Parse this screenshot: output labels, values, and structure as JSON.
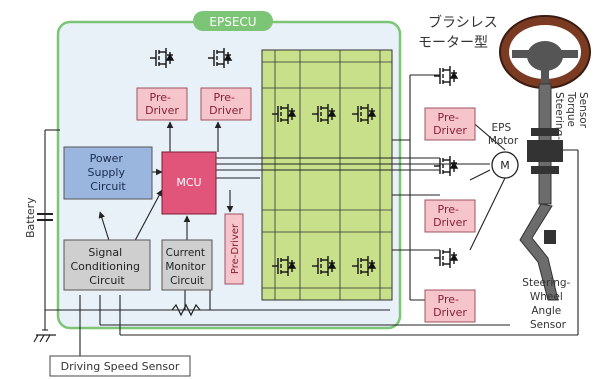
{
  "ecu_title": "EPSECU",
  "jp_title": [
    "ブラシレス",
    "モーター型"
  ],
  "blocks": {
    "power_supply": [
      "Power",
      "Supply",
      "Circuit"
    ],
    "mcu": "MCU",
    "signal_conditioning": [
      "Signal",
      "Conditioning",
      "Circuit"
    ],
    "current_monitor": [
      "Current",
      "Monitor",
      "Circuit"
    ],
    "pre_driver_vertical": "Pre-Driver",
    "pre_driver": [
      "Pre-",
      "Driver"
    ]
  },
  "labels": {
    "battery": "Battery",
    "eps_motor": [
      "EPS",
      "Motor"
    ],
    "motor_symbol": "M",
    "torque_sensor": [
      "Steering-",
      "Torque",
      "Sensor"
    ],
    "angle_sensor": [
      "Steering-",
      "Wheel",
      "Angle",
      "Sensor"
    ],
    "driving_speed_sensor": "Driving Speed Sensor"
  },
  "colors": {
    "ecu_border": "#7cc576",
    "ecu_fill": "#e8f0f8",
    "bridge_fill": "#c8e08a",
    "power_supply_fill": "#9ab6df",
    "mcu_fill": "#e2557a",
    "pre_driver_fill": "#f6c4cb",
    "gray_block_fill": "#cfcfcf"
  }
}
